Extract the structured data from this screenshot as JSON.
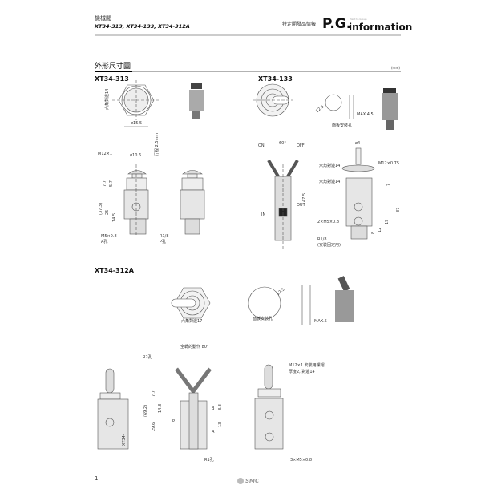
{
  "header": {
    "category": "機械閥",
    "models": "XT34-313, XT34-133, XT34-312A",
    "pg_label": "特定開發品情報",
    "pg_logo": "P.G.",
    "pg_small": "Point to Group",
    "pg_info": "information"
  },
  "section": {
    "title": "外形尺寸圖",
    "unit": "(mm)"
  },
  "xt34_313": {
    "name": "XT34-313",
    "hex": "六角對邊14",
    "dia": "ø15.5",
    "thread": "M12×1",
    "knob": "ø10.6",
    "stroke": "行程 2.5mm",
    "d77": "7.7",
    "d57": "5.7",
    "d373": "(37.3)",
    "d25": "25",
    "d145": "14.5",
    "port_a": "M5×0.8",
    "port_a2": "A孔",
    "port_p": "R1/8",
    "port_p2": "P孔"
  },
  "xt34_133": {
    "name": "XT34-133",
    "d125": "12.5",
    "max": "MAX.4.5",
    "panel": "面板安裝孔",
    "on": "ON",
    "angle": "60°",
    "off": "OFF",
    "d475": "47.5",
    "out": "OUT",
    "in": "IN",
    "d4": "ø4",
    "thread": "M12×0.75",
    "hex1": "六角對邊14",
    "hex2": "六角對邊14",
    "ports": "2×M5×0.8",
    "r18": "R1/8",
    "mount": "(安裝固定用)",
    "d7": "7",
    "d37": "37",
    "d19": "19",
    "d12": "12",
    "d8": "8"
  },
  "xt34_312a": {
    "name": "XT34-312A",
    "hex": "六角對邊17",
    "d125": "12.5",
    "panel": "面板安裝孔",
    "max": "MAX.5",
    "rot": "全轉的動作 80°",
    "r2": "R2孔",
    "d77": "7.7",
    "d692": "(69.2)",
    "d148": "14.8",
    "d296": "29.6",
    "p": "P",
    "b": "B",
    "a": "A",
    "d83": "8.3",
    "d13": "13",
    "r1": "R1孔",
    "side": "XT34-",
    "nut1": "M12×1 安裝用螺帽",
    "nut2": "厚度2, 對邊14",
    "ports": "3×M5×0.8"
  },
  "footer": {
    "page": "1",
    "logo": "SMC"
  }
}
